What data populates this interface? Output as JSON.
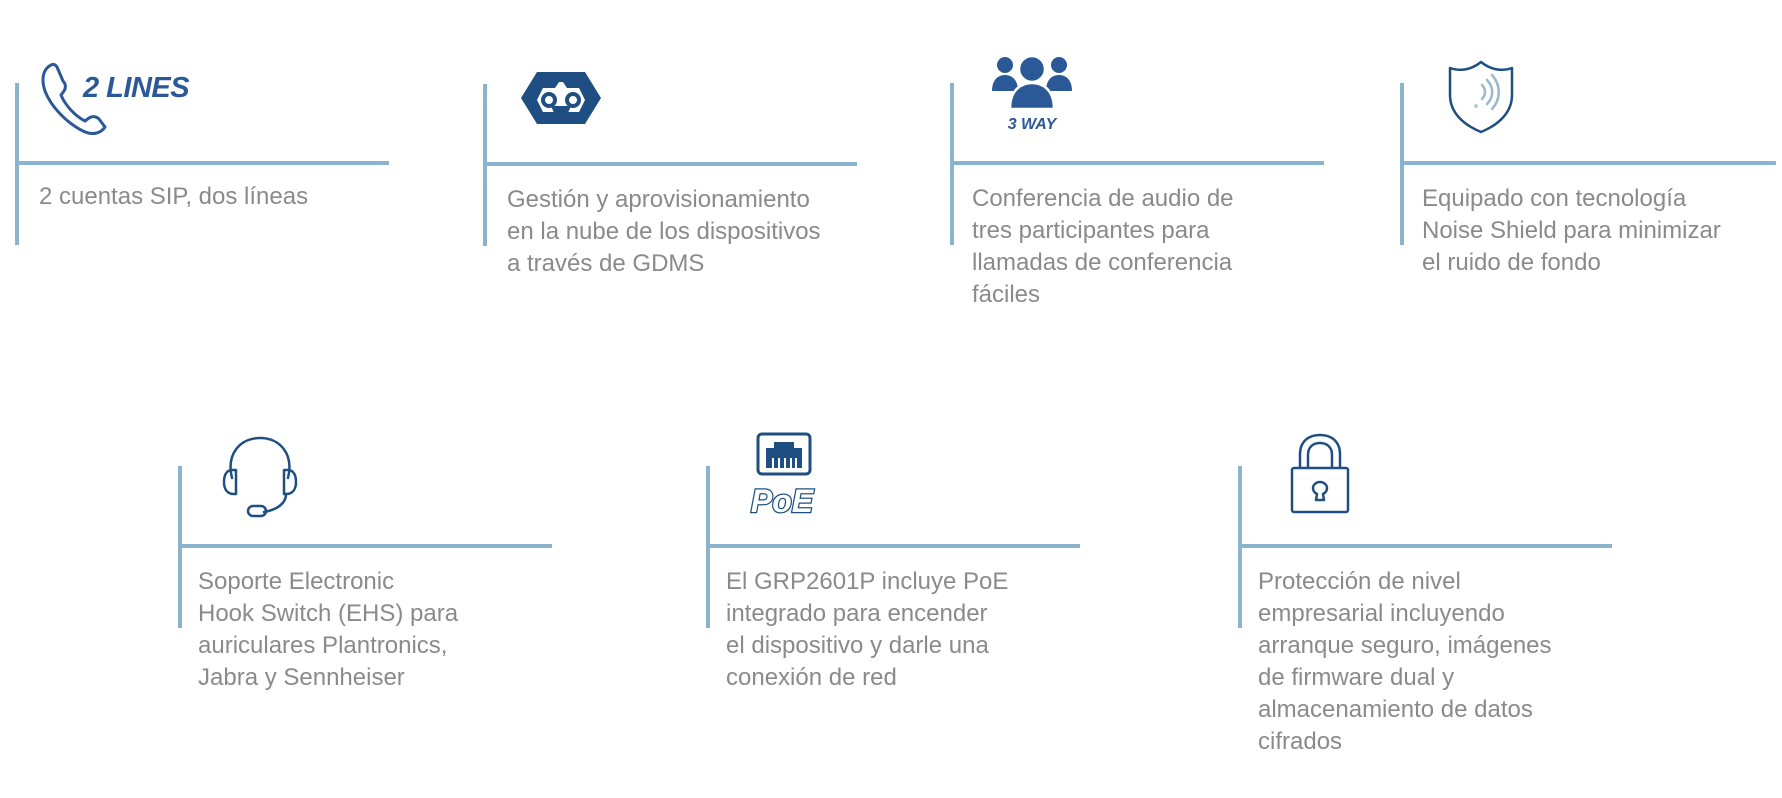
{
  "theme": {
    "connector_color": "#8ab4cd",
    "icon_color": "#1f4f82",
    "icon_accent_color": "#2b5896",
    "text_color": "#8a8a8a",
    "background": "#ffffff"
  },
  "features": [
    {
      "id": "two-lines",
      "icon": "phone-handset-2-lines-icon",
      "icon_label": "2 LINES",
      "description": "2 cuentas SIP, dos líneas"
    },
    {
      "id": "gdms-cloud",
      "icon": "gdms-cloud-provisioning-icon",
      "icon_label": "",
      "description": "Gestión y aprovisionamiento\nen la nube de los dispositivos\na través de GDMS"
    },
    {
      "id": "three-way-conference",
      "icon": "three-people-conference-icon",
      "icon_label": "3 WAY",
      "description": "Conferencia de audio de\ntres participantes para\nllamadas de conferencia\nfáciles"
    },
    {
      "id": "noise-shield",
      "icon": "shield-noise-icon",
      "icon_label": "",
      "description": "Equipado con tecnología\nNoise Shield para minimizar\nel ruido de fondo"
    },
    {
      "id": "ehs-headset",
      "icon": "headset-icon",
      "icon_label": "",
      "description": "Soporte Electronic\nHook Switch (EHS) para\nauriculares Plantronics,\nJabra y Sennheiser"
    },
    {
      "id": "poe",
      "icon": "ethernet-poe-icon",
      "icon_label": "PoE",
      "description": "El GRP2601P incluye PoE\nintegrado para encender\nel dispositivo y darle una\nconexión de red"
    },
    {
      "id": "security",
      "icon": "padlock-icon",
      "icon_label": "",
      "description": "Protección de nivel\nempresarial incluyendo\narranque seguro, imágenes\nde firmware dual y\nalmacenamiento de datos\ncifrados"
    }
  ]
}
